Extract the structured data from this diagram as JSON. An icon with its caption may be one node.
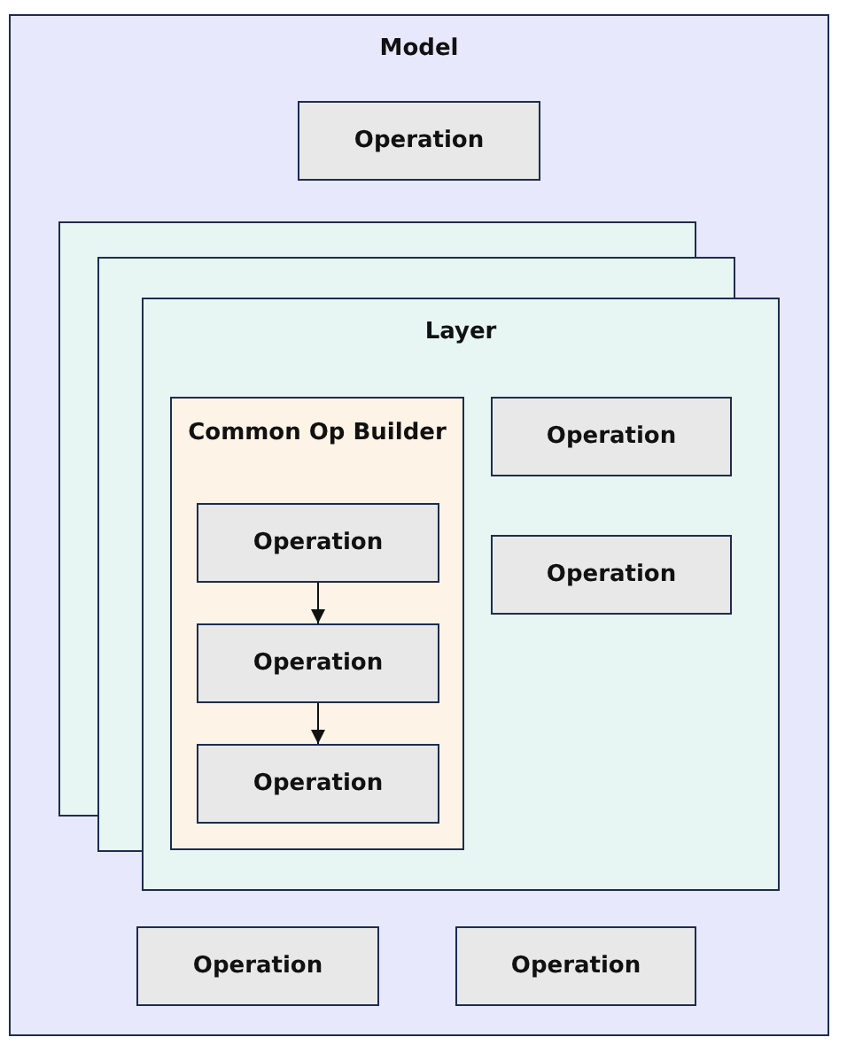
{
  "diagram": {
    "nodes": [
      {
        "text": [
          "Model"
        ]
      },
      {
        "text": [
          "Operation"
        ],
        "in": 0
      },
      {
        "text": [
          "Layer"
        ],
        "in": 0
      },
      {
        "text": [
          "Common Op Builder"
        ],
        "in": 2
      },
      {
        "text": [
          "Operation"
        ],
        "in": 3
      },
      {
        "text": [
          "Operation"
        ],
        "in": 3
      },
      {
        "text": [
          "Operation"
        ],
        "in": 3
      },
      {
        "text": [
          "Operation"
        ],
        "in": 2
      },
      {
        "text": [
          "Operation"
        ],
        "in": 2
      },
      {
        "text": [
          "Operation"
        ],
        "in": 0
      },
      {
        "text": [
          "Operation"
        ],
        "in": 0
      }
    ],
    "edges": [
      {
        "from": 4,
        "to": 5,
        "arrow": "to"
      },
      {
        "from": 5,
        "to": 6,
        "arrow": "to"
      }
    ]
  }
}
